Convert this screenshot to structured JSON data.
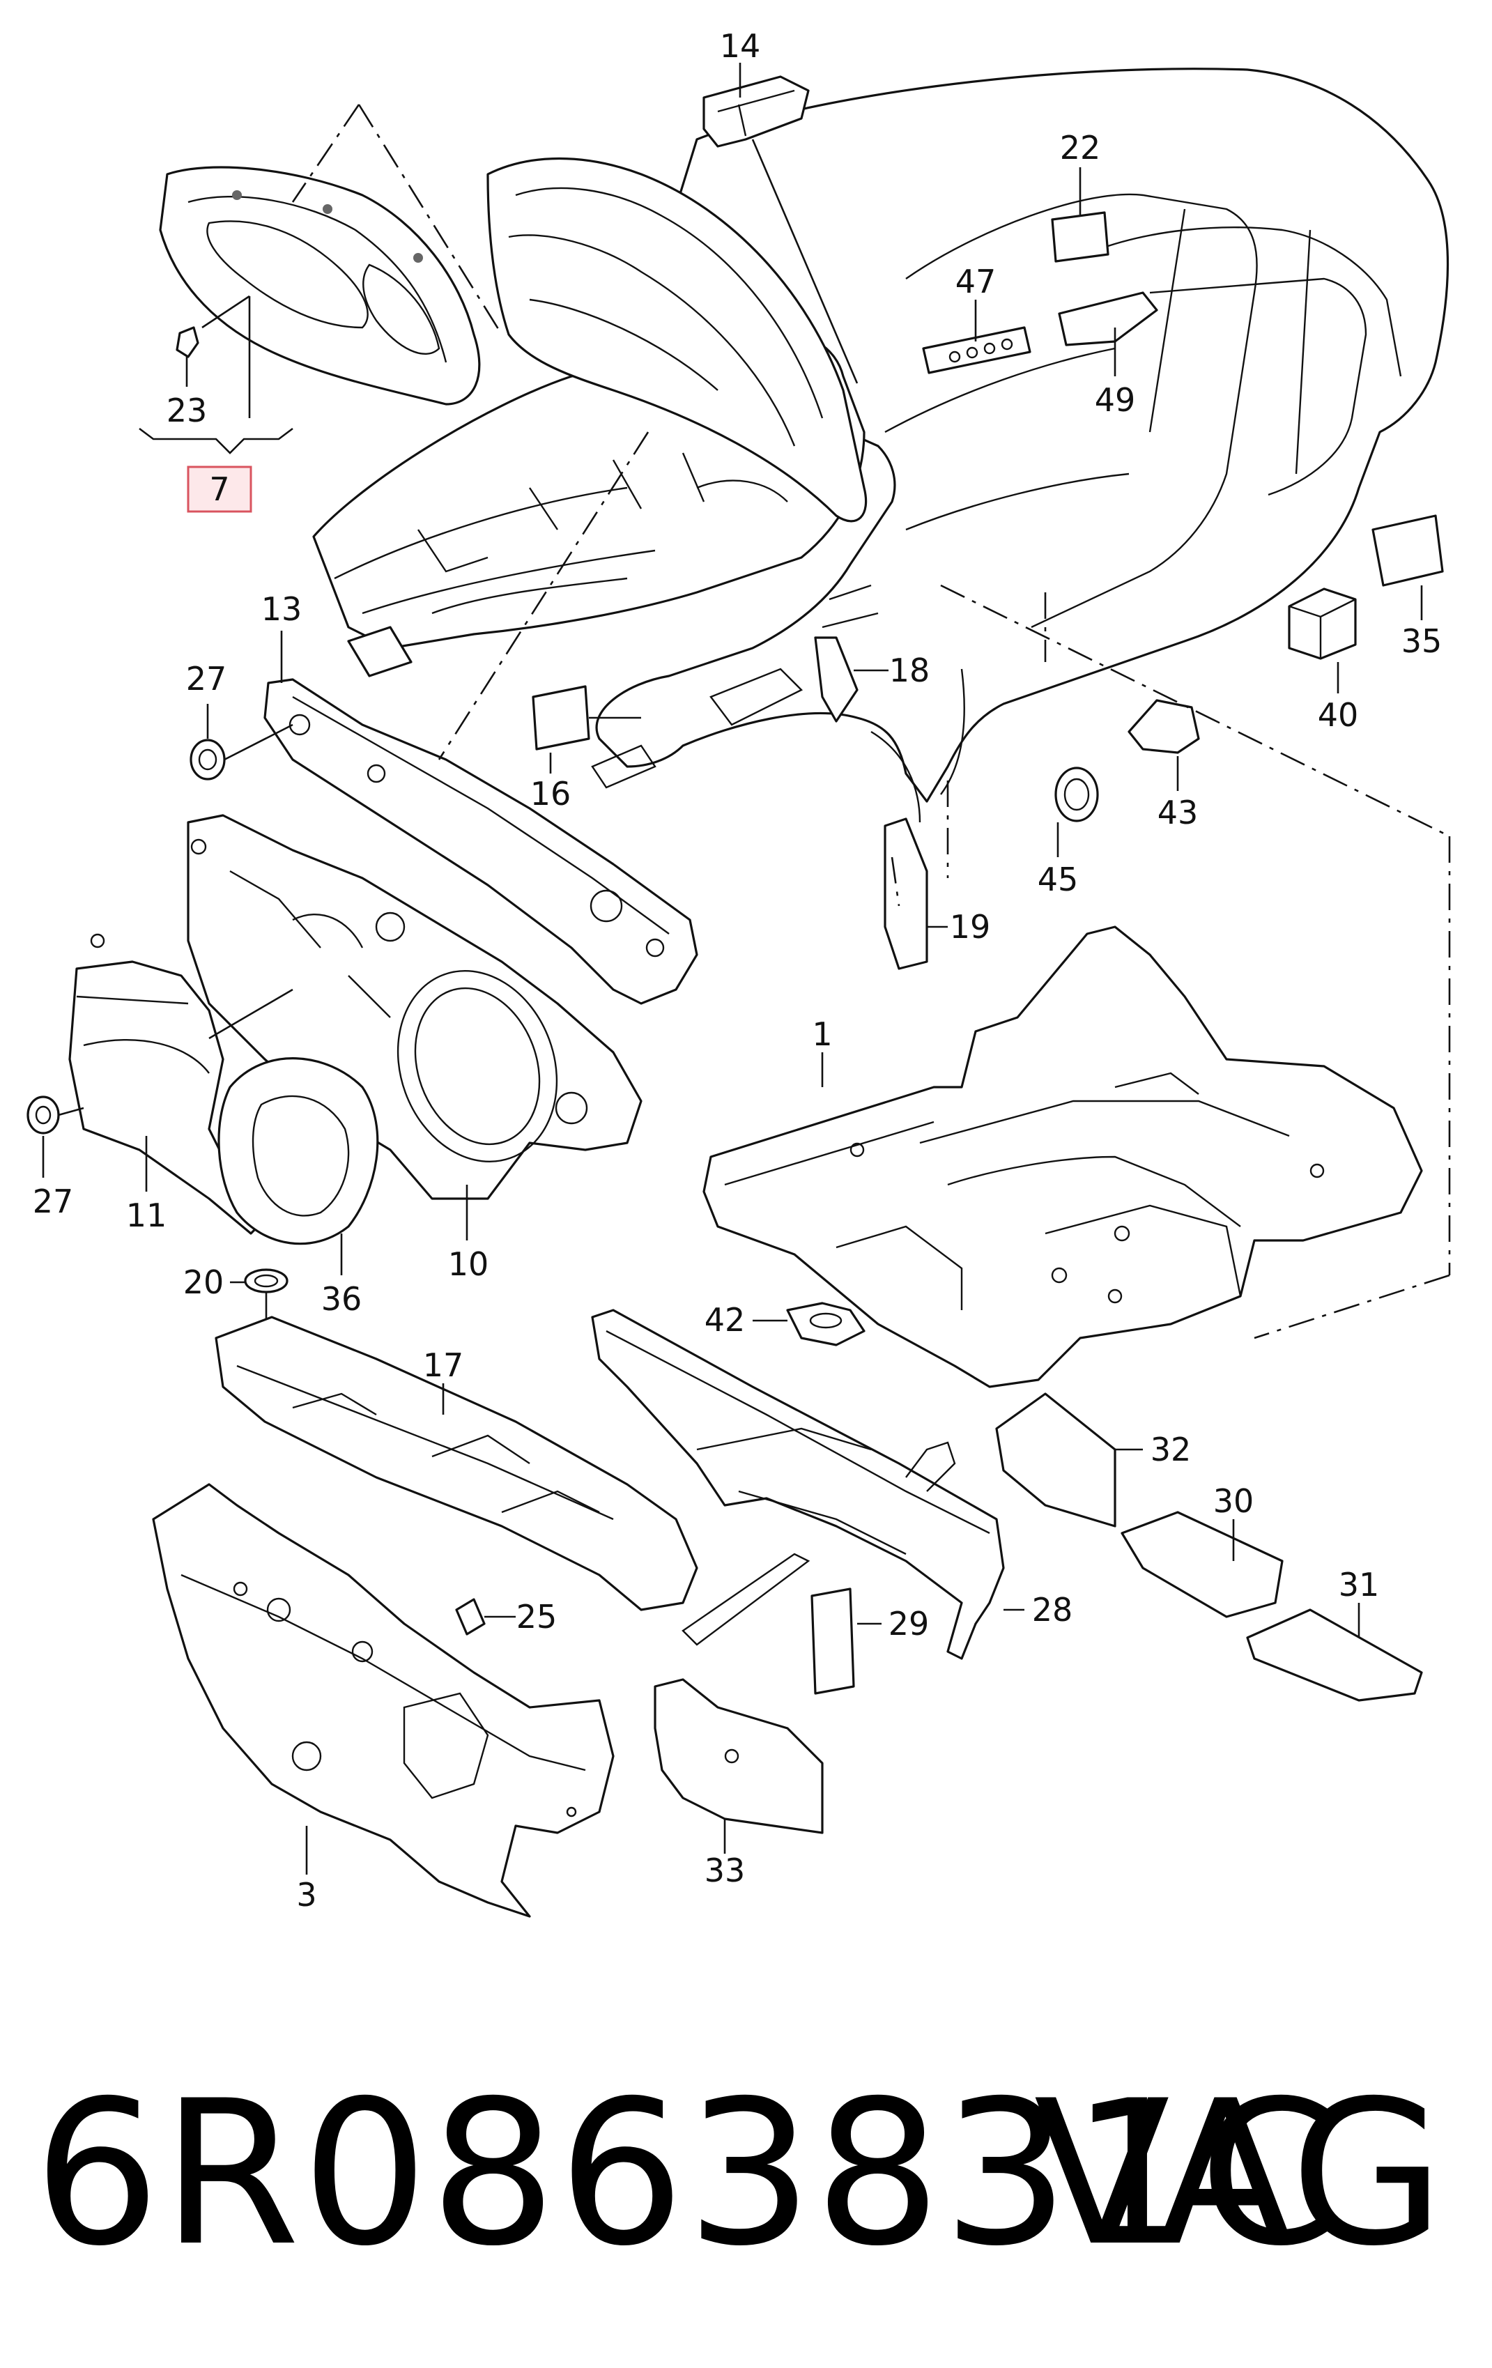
{
  "diagram": {
    "highlight_label": "7",
    "callouts": {
      "c1": "1",
      "c3": "3",
      "c10": "10",
      "c11": "11",
      "c13": "13",
      "c14": "14",
      "c16": "16",
      "c17": "17",
      "c18": "18",
      "c19": "19",
      "c20": "20",
      "c22": "22",
      "c23": "23",
      "c25": "25",
      "c27a": "27",
      "c27b": "27",
      "c28": "28",
      "c29": "29",
      "c30": "30",
      "c31": "31",
      "c32": "32",
      "c33": "33",
      "c35": "35",
      "c36": "36",
      "c40": "40",
      "c42": "42",
      "c43": "43",
      "c45": "45",
      "c47": "47",
      "c49": "49"
    }
  },
  "footer": {
    "part_number": "6R0863831C",
    "brand": "VAG"
  }
}
